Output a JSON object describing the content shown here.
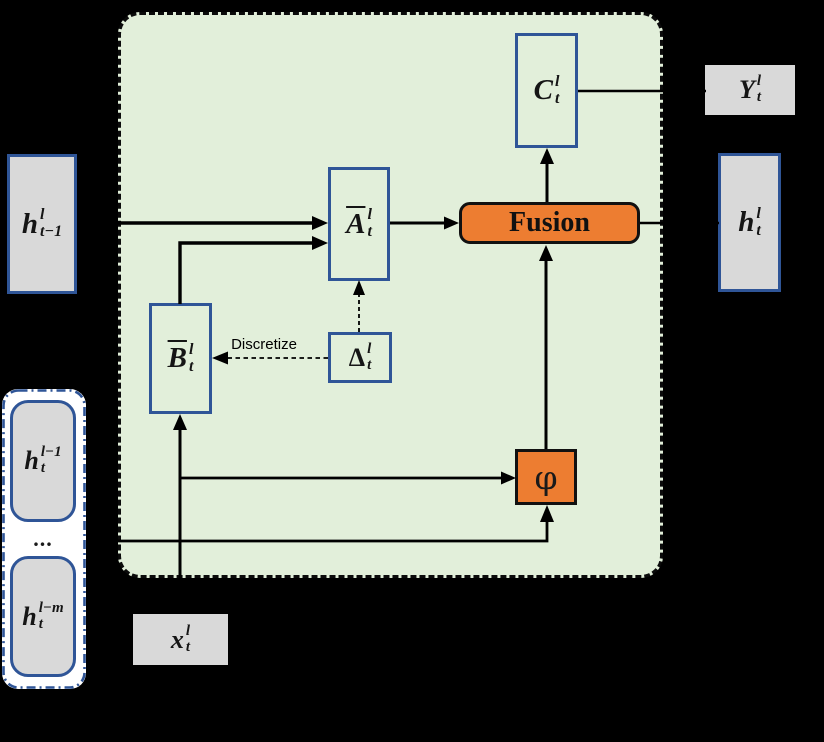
{
  "figure": {
    "type": "architecture-diagram",
    "background": "#000000",
    "colors": {
      "block_fill": "#E2EFDA",
      "outline_blue": "#2F5597",
      "orange": "#ED7D31",
      "box_gray": "#D9D9D9",
      "group_fill": "#FFFFFF",
      "line": "#000000"
    },
    "nodes": {
      "h_prev": {
        "base": "h",
        "sup": "l",
        "sub": "t−1"
      },
      "a_bar": {
        "base": "A",
        "bar": true,
        "sup": "l",
        "sub": "t"
      },
      "b_bar": {
        "base": "B",
        "bar": true,
        "sup": "l",
        "sub": "t"
      },
      "delta": {
        "base": "Δ",
        "sup": "l",
        "sub": "t"
      },
      "c": {
        "base": "C",
        "sup": "l",
        "sub": "t"
      },
      "fusion": {
        "label": "Fusion"
      },
      "phi": {
        "label": "φ"
      },
      "y_out": {
        "base": "Y",
        "sup": "l",
        "sub": "t"
      },
      "h_out": {
        "base": "h",
        "sup": "l",
        "sub": "t"
      },
      "x_in": {
        "base": "x",
        "sup": "l",
        "sub": "t"
      },
      "h_layer_prev": {
        "base": "h",
        "sup": "l−1",
        "sub": "t"
      },
      "h_layer_m": {
        "base": "h",
        "sup": "l−m",
        "sub": "t"
      },
      "ellipsis": "..."
    },
    "annotations": {
      "discretize": "Discretize"
    }
  }
}
